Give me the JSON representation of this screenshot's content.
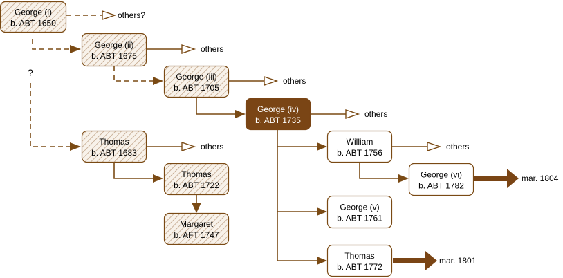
{
  "colors": {
    "line": "#7a4a14",
    "filled": "#7a4515",
    "filled_text": "#ffffff",
    "hatch_fill": "#f8f2ea",
    "node_text": "#000000"
  },
  "nodes": [
    {
      "id": "george-i",
      "style": "hatched",
      "name": "George (i)",
      "detail": "b. ABT 1650"
    },
    {
      "id": "george-ii",
      "style": "hatched",
      "name": "George (ii)",
      "detail": "b. ABT 1675"
    },
    {
      "id": "george-iii",
      "style": "hatched",
      "name": "George (iii)",
      "detail": "b. ABT 1705"
    },
    {
      "id": "george-iv",
      "style": "filled",
      "name": "George (iv)",
      "detail": "b. ABT 1735"
    },
    {
      "id": "thomas-1683",
      "style": "hatched",
      "name": "Thomas",
      "detail": "b. ABT 1683"
    },
    {
      "id": "thomas-1722",
      "style": "hatched",
      "name": "Thomas",
      "detail": "b. ABT 1722"
    },
    {
      "id": "margaret",
      "style": "hatched",
      "name": "Margaret",
      "detail": "b. AFT 1747"
    },
    {
      "id": "william",
      "style": "plain",
      "name": "William",
      "detail": "b. ABT 1756"
    },
    {
      "id": "george-vi",
      "style": "plain",
      "name": "George (vi)",
      "detail": "b. ABT 1782"
    },
    {
      "id": "george-v",
      "style": "plain",
      "name": "George (v)",
      "detail": "b. ABT 1761"
    },
    {
      "id": "thomas-1772",
      "style": "plain",
      "name": "Thomas",
      "detail": "b. ABT 1772"
    }
  ],
  "labels": {
    "others_q": "others?",
    "others": "others",
    "question": "?",
    "mar_1804": "mar. 1804",
    "mar_1801": "mar. 1801"
  }
}
